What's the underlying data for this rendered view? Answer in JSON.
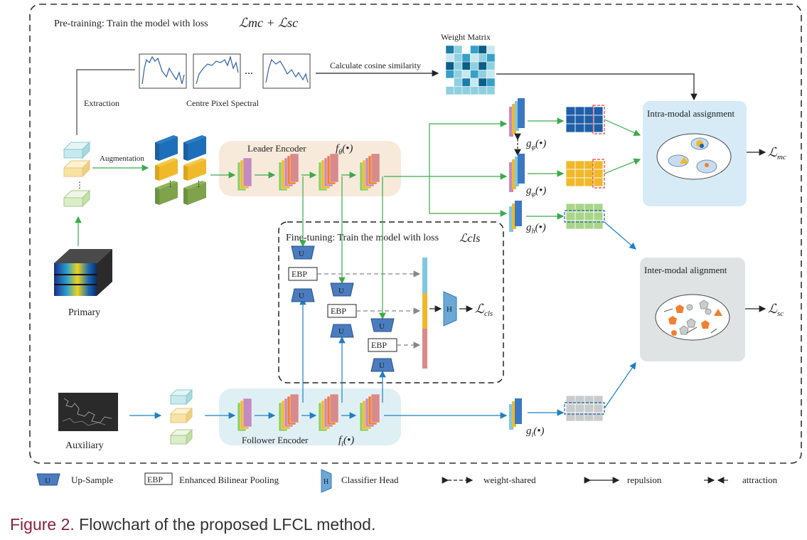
{
  "pretraining": {
    "label": "Pre-training:  Train the model with loss",
    "loss": "ℒmc + ℒsc"
  },
  "weight_matrix": "Weight Matrix",
  "cosine": "Calculate cosine similarity",
  "extraction": "Extraction",
  "centre_pixel": "Centre Pixel Spectral",
  "ellipsis": "...",
  "augmentation": "Augmentation",
  "leader": {
    "label": "Leader Encoder",
    "fn": "f",
    "sub": "θ",
    "arg": "(•)"
  },
  "follower": {
    "label": "Follower Encoder",
    "fn": "f",
    "sub": "i",
    "arg": "(•)"
  },
  "primary": "Primary",
  "auxiliary": "Auxiliary",
  "finetuning": {
    "label": "Fine-tuning:  Train the model with loss",
    "loss": "ℒcls"
  },
  "ebp": "EBP",
  "u": "U",
  "h": "H",
  "heads": {
    "g_phi1": {
      "g": "g",
      "sub": "φ",
      "arg": "(•)"
    },
    "g_phi2": {
      "g": "g",
      "sub": "φ",
      "arg": "(•)"
    },
    "g_h": {
      "g": "g",
      "sub": "h",
      "arg": "(•)"
    },
    "g_i": {
      "g": "g",
      "sub": "i",
      "arg": "(•)"
    }
  },
  "intra": {
    "label": "Intra-modal assignment",
    "loss": "ℒ",
    "loss_sub": "mc"
  },
  "inter": {
    "label": "Inter-modal alignment",
    "loss": "ℒ",
    "loss_sub": "sc"
  },
  "cls": {
    "loss": "ℒ",
    "loss_sub": "cls"
  },
  "legend": {
    "upsample": "Up-Sample",
    "ebp_box": "EBP",
    "ebp_full": "Enhanced Bilinear Pooling",
    "classifier": "Classifier Head",
    "weight_shared": "weight-shared",
    "repulsion": "repulsion",
    "attraction": "attraction"
  },
  "caption": {
    "label": "Figure 2.",
    "text": " Flowchart of the proposed LFCL method."
  },
  "colors": {
    "green_arrow": "#3bab4a",
    "blue_arrow": "#1f7fc4",
    "leader_bg": "#f7eadb",
    "follower_bg": "#dff0f4",
    "intra_bg": "#d6ebf5",
    "inter_bg": "#dfe3e3",
    "caption_red": "#8b1e3f"
  }
}
